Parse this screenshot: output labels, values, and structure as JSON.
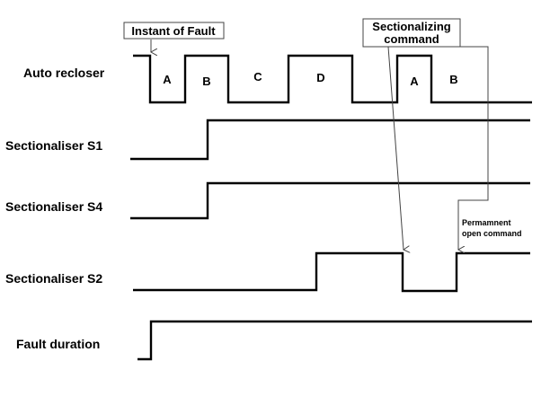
{
  "rows": [
    {
      "id": "auto-recloser",
      "label": "Auto recloser"
    },
    {
      "id": "sectionaliser-s1",
      "label": "Sectionaliser S1"
    },
    {
      "id": "sectionaliser-s4",
      "label": "Sectionaliser S4"
    },
    {
      "id": "sectionaliser-s2",
      "label": "Sectionaliser S2"
    },
    {
      "id": "fault-duration",
      "label": "Fault duration"
    }
  ],
  "segments": [
    "A",
    "B",
    "C",
    "D",
    "A",
    "B"
  ],
  "callouts": {
    "instant_of_fault": "Instant of Fault",
    "sectionalizing_line1": "Sectionalizing",
    "sectionalizing_line2": "command",
    "permanent_line1": "Permamnent",
    "permanent_line2": "open command"
  },
  "colors": {
    "waveform": "#000000",
    "pointer": "#444444",
    "background": "#ffffff"
  }
}
